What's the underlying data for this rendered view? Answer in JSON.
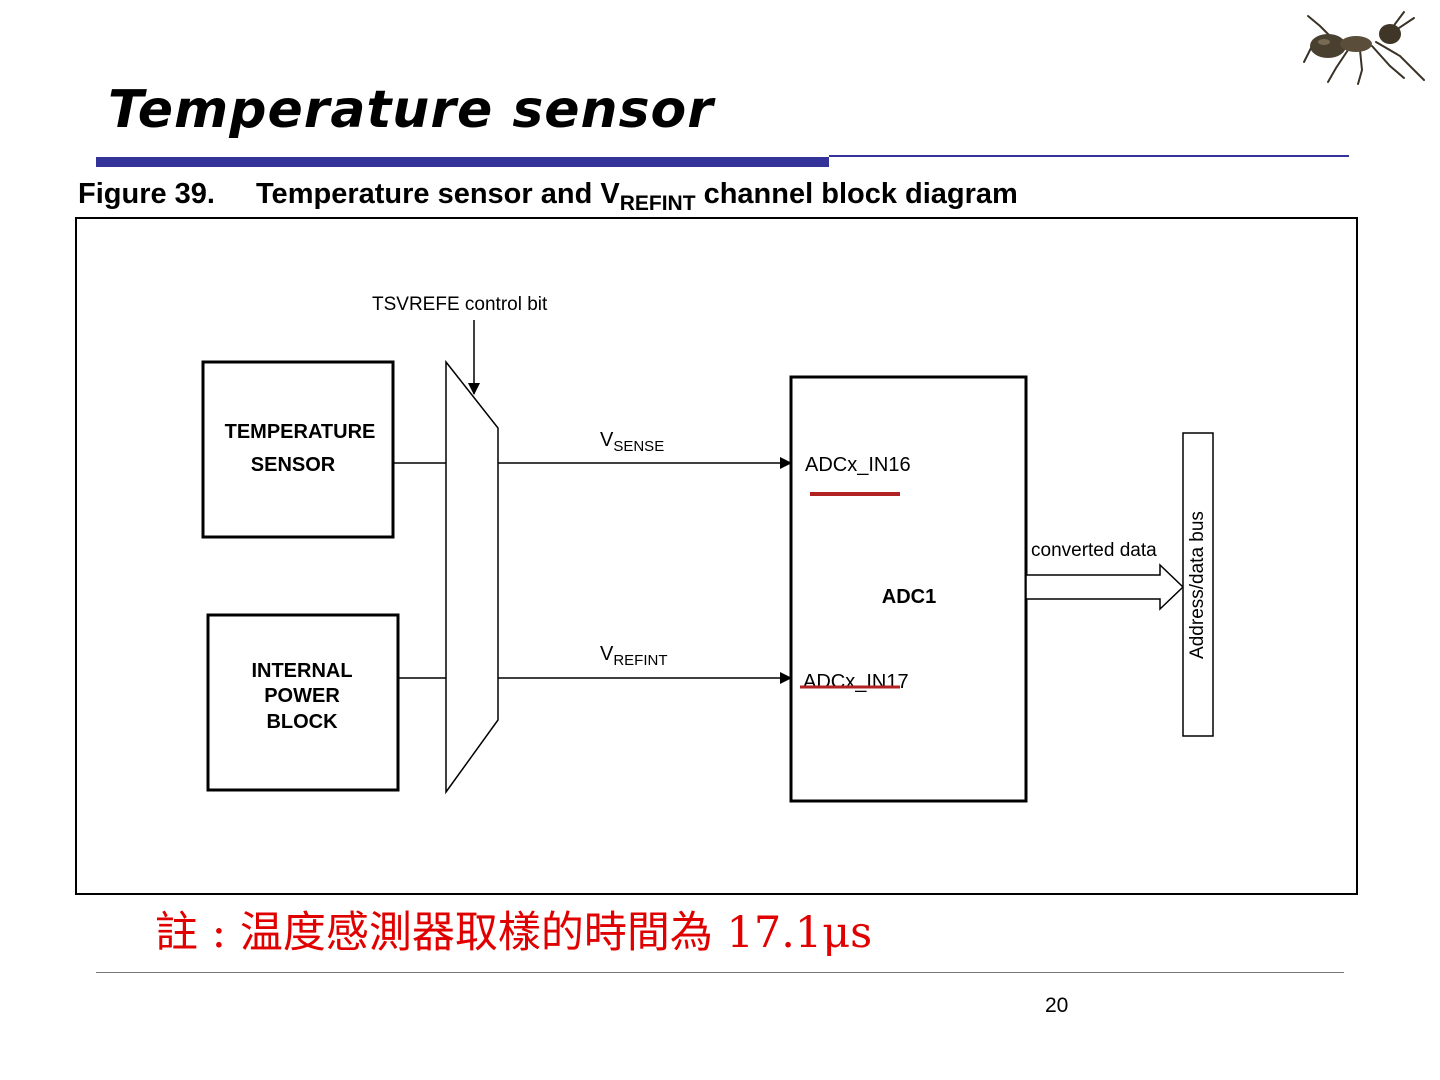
{
  "slide": {
    "title": "Temperature sensor",
    "page_number": "20",
    "note": "註 : 温度感測器取樣的時間為 17.1μs"
  },
  "figure": {
    "number": "Figure 39.",
    "caption_pre": "Temperature sensor and V",
    "caption_sub": "REFINT",
    "caption_post": " channel block diagram"
  },
  "diagram": {
    "control_bit_label": "TSVREFE control bit",
    "temp_sensor": {
      "line1": "TEMPERATURE",
      "line2": "SENSOR"
    },
    "internal_power": {
      "line1": "INTERNAL",
      "line2": "POWER",
      "line3": "BLOCK"
    },
    "vsense": {
      "main": "V",
      "sub": "SENSE"
    },
    "vrefint": {
      "main": "V",
      "sub": "REFINT"
    },
    "adc_title": "ADC1",
    "adc_in16": "ADCx_IN16",
    "adc_in17": "ADCx_IN17",
    "converted_data": "converted data",
    "bus_label": "Address/data bus"
  },
  "colors": {
    "title_bar": "#333399",
    "note_text": "#e00000",
    "underline": "#b22222"
  }
}
